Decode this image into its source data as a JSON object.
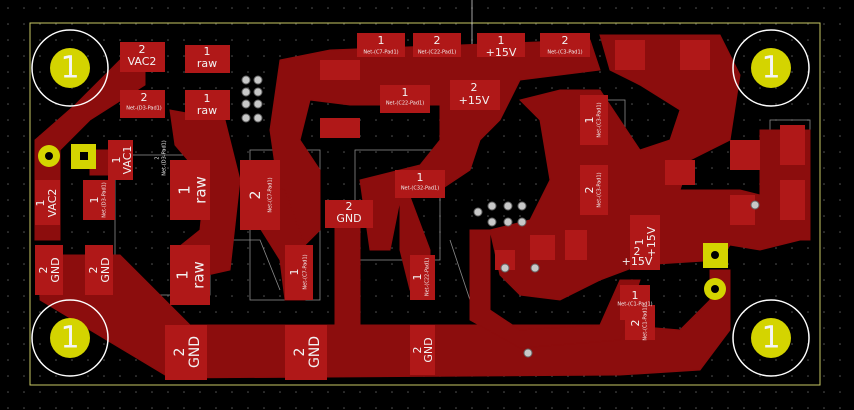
{
  "colors": {
    "background": "#000000",
    "copper": "#8c0d0d",
    "copper_pad": "#b01818",
    "outline": "#c8c864",
    "hole_ring": "#d4d400",
    "text": "#f2f2f2",
    "grid": "#444444",
    "silk": "#bdbdbd"
  },
  "mounting_holes": [
    {
      "label": "1"
    },
    {
      "label": "1"
    },
    {
      "label": "1"
    },
    {
      "label": "1"
    }
  ],
  "pads": {
    "vac2_top_num": "2",
    "vac2_top_net": "VAC2",
    "raw_top_num": "1",
    "raw_top_net": "raw",
    "d3_num": "2",
    "d3_net": "Net-(D3-Pad1)",
    "raw_mid_num": "1",
    "raw_mid_net": "raw",
    "c7_top_num": "1",
    "c7_top_net": "Net-(C7-Pad1)",
    "c22_top_num": "2",
    "c22_top_net": "Net-(C22-Pad1)",
    "p15v_top_num": "1",
    "p15v_top_net": "+15V",
    "c3_top_num": "2",
    "c3_top_net": "Net-(C3-Pad1)",
    "c22_mid_num": "1",
    "c22_mid_net": "Net-(C22-Pad1)",
    "p15v_mid_num": "2",
    "p15v_mid_net": "+15V",
    "vac1_num": "1",
    "vac1_net": "VAC1",
    "d3v_num": "2",
    "d3v_net": "Net-(D3-Pad1)",
    "vac2_left_num": "1",
    "vac2_left_net": "VAC2",
    "d3b_num": "1",
    "d3b_net": "Net-(D3-Pad1)",
    "raw_big_num": "1",
    "raw_big_net": "raw",
    "c7_mid_num": "2",
    "c7_mid_net": "Net-(C7-Pad1)",
    "gnd_mid_num": "2",
    "gnd_mid_net": "GND",
    "c22_low_num": "1",
    "c22_low_net": "Net-(C22-Pad1)",
    "gnd_l1_num": "2",
    "gnd_l1_net": "GND",
    "gnd_l2_num": "2",
    "gnd_l2_net": "GND",
    "raw_low_num": "1",
    "raw_low_net": "raw",
    "c7_low_num": "1",
    "c7_low_net": "Net-(C7-Pad1)",
    "c32_num": "1",
    "c32_net": "Net-(C32-Pad1)",
    "gnd_b1_num": "2",
    "gnd_b1_net": "GND",
    "gnd_b2_num": "2",
    "gnd_b2_net": "GND",
    "gnd_b3_num": "2",
    "gnd_b3_net": "GND",
    "c3r_num": "1",
    "c3r_net": "Net-(C3-Pad1)",
    "c3r2_num": "2",
    "c3r2_net": "Net-(C3-Pad1)",
    "p15v_r_num": "1",
    "p15v_r_net": "+15V",
    "p15v_r2_num": "2",
    "p15v_r2_net": "+15V",
    "c1a_num": "1",
    "c1a_net": "Net-(C1-Pad1)",
    "c1b_num": "2",
    "c1b_net": "Net-(C1-Pad1)"
  }
}
